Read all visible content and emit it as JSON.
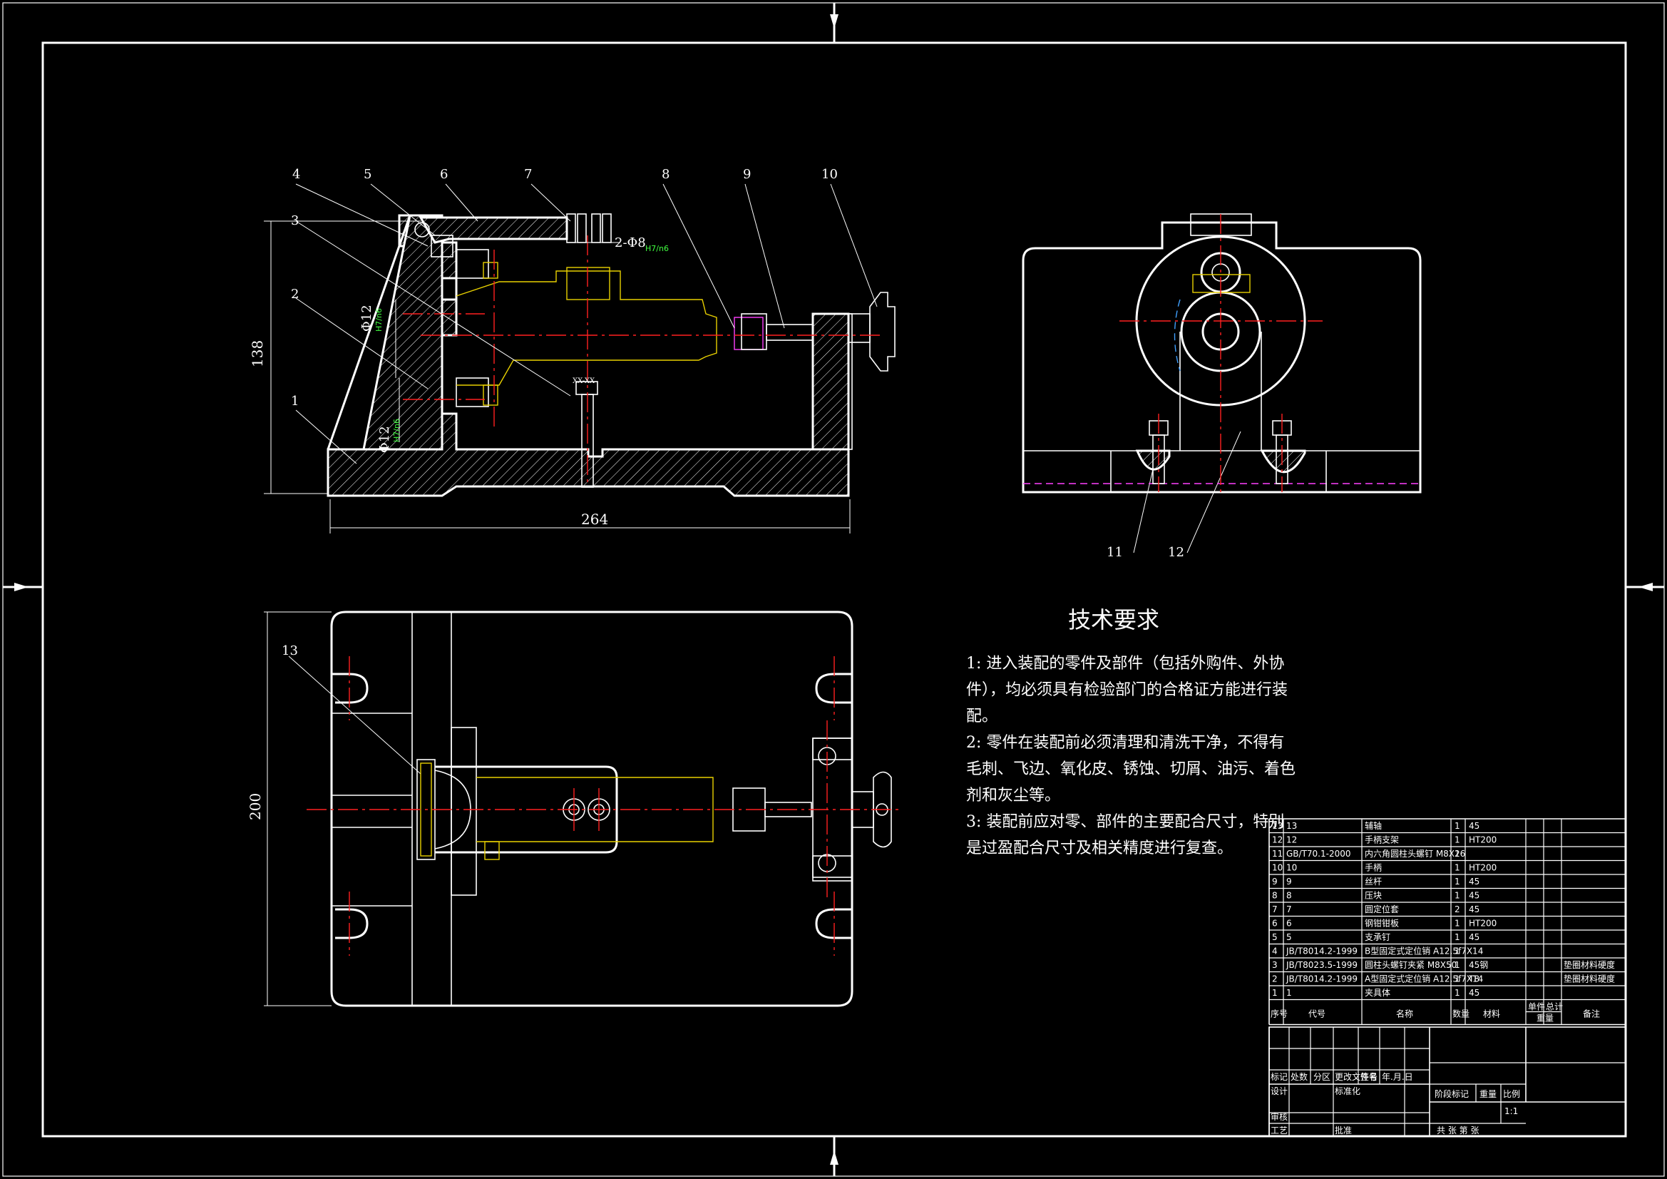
{
  "drawing": {
    "balloons": [
      "1",
      "2",
      "3",
      "4",
      "5",
      "6",
      "7",
      "8",
      "9",
      "10",
      "11",
      "12",
      "13"
    ],
    "dimensions": {
      "height_front": "138",
      "width_front": "264",
      "height_top": "200",
      "fit_upper": "Φ12",
      "fit_upper_tol": "H7/n6",
      "fit_lower": "Φ12",
      "fit_lower_tol": "H7/n6",
      "pin": "2-Φ8",
      "pin_tol": "H7/n6",
      "slot_label": "XX-XX"
    }
  },
  "requirements": {
    "title": "技术要求",
    "lines": [
      "1: 进入装配的零件及部件（包括外购件、外协",
      "件），均必须具有检验部门的合格证方能进行装",
      "配。",
      "2: 零件在装配前必须清理和清洗干净，不得有",
      "毛刺、飞边、氧化皮、锈蚀、切屑、油污、着色",
      "剂和灰尘等。",
      "3: 装配前应对零、部件的主要配合尺寸，特别",
      "是过盈配合尺寸及相关精度进行复查。"
    ]
  },
  "bom": {
    "rows": [
      {
        "no": "13",
        "code": "13",
        "name": "辅轴",
        "qty": "1",
        "mat": "45",
        "note": ""
      },
      {
        "no": "12",
        "code": "12",
        "name": "手柄支架",
        "qty": "1",
        "mat": "HT200",
        "note": ""
      },
      {
        "no": "11",
        "code": "GB/T70.1-2000",
        "name": "内六角圆柱头螺钉 M8X16",
        "qty": "2",
        "mat": "",
        "note": ""
      },
      {
        "no": "10",
        "code": "10",
        "name": "手柄",
        "qty": "1",
        "mat": "HT200",
        "note": ""
      },
      {
        "no": "9",
        "code": "9",
        "name": "丝杆",
        "qty": "1",
        "mat": "45",
        "note": ""
      },
      {
        "no": "8",
        "code": "8",
        "name": "压块",
        "qty": "1",
        "mat": "45",
        "note": ""
      },
      {
        "no": "7",
        "code": "7",
        "name": "圆定位套",
        "qty": "2",
        "mat": "45",
        "note": ""
      },
      {
        "no": "6",
        "code": "6",
        "name": "钢钳钳板",
        "qty": "1",
        "mat": "HT200",
        "note": ""
      },
      {
        "no": "5",
        "code": "5",
        "name": "支承钉",
        "qty": "1",
        "mat": "45",
        "note": ""
      },
      {
        "no": "4",
        "code": "JB/T8014.2-1999",
        "name": "B型固定式定位销 A12.5f7X14",
        "qty": "1",
        "mat": "",
        "note": ""
      },
      {
        "no": "3",
        "code": "JB/T8023.5-1999",
        "name": "圆柱头螺钉夹紧 M8X50",
        "qty": "1",
        "mat": "45钢",
        "note": "",
        "note2": "垫圈材料硬度"
      },
      {
        "no": "2",
        "code": "JB/T8014.2-1999",
        "name": "A型固定式定位销 A12.5f7X14",
        "qty": "1",
        "mat": "T8",
        "note": "",
        "note2": "垫圈材料硬度"
      },
      {
        "no": "1",
        "code": "1",
        "name": "夹具体",
        "qty": "1",
        "mat": "45",
        "note": ""
      }
    ],
    "headers": {
      "no": "序号",
      "code": "代号",
      "name": "名称",
      "qty": "数量",
      "mat": "材料",
      "unit_w": "单件",
      "total_w": "总计",
      "weight": "重量",
      "note": "备注"
    },
    "title_block": {
      "mark": "标记",
      "count": "处数",
      "zone": "分区",
      "doc": "更改文件号",
      "sign": "签名",
      "date": "年.月.日",
      "design": "设计",
      "std": "标准化",
      "stage": "阶段标记",
      "weight": "重量",
      "scale": "比例",
      "scale_val": "1:1",
      "check": "审核",
      "process": "工艺",
      "approve": "批准",
      "sheets": "共   张   第   张"
    }
  }
}
